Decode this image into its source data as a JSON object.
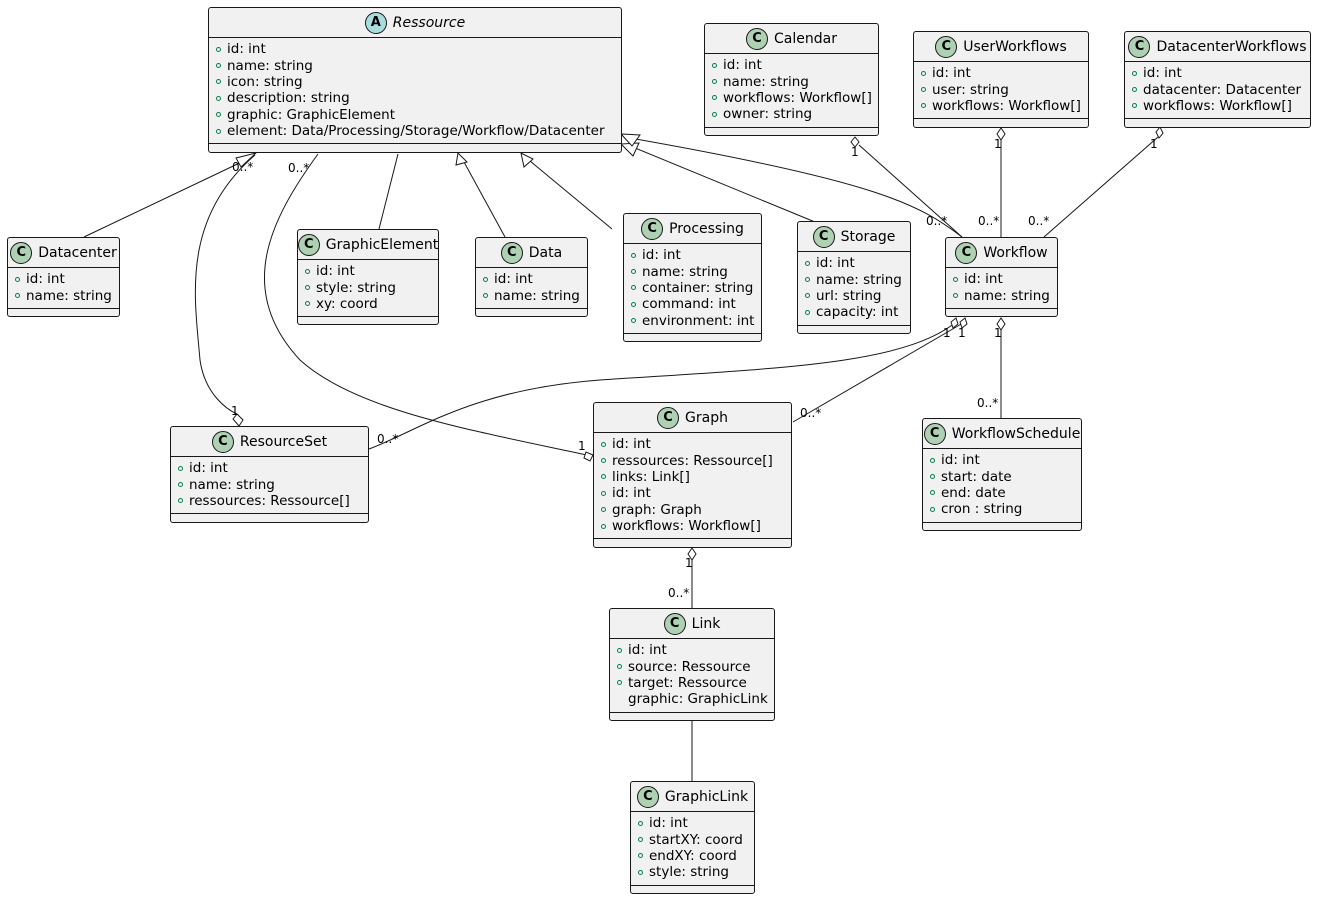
{
  "classes": {
    "ressource": {
      "name": "Ressource",
      "icon": "A",
      "abstract": true,
      "attributes": [
        "id: int",
        "name: string",
        "icon: string",
        "description: string",
        "graphic: GraphicElement",
        "element: Data/Processing/Storage/Workflow/Datacenter"
      ]
    },
    "calendar": {
      "name": "Calendar",
      "icon": "C",
      "attributes": [
        "id: int",
        "name: string",
        "workflows: Workflow[]",
        "owner: string"
      ]
    },
    "userworkflows": {
      "name": "UserWorkflows",
      "icon": "C",
      "attributes": [
        "id: int",
        "user: string",
        "workflows: Workflow[]"
      ]
    },
    "datacenterworkflows": {
      "name": "DatacenterWorkflows",
      "icon": "C",
      "attributes": [
        "id: int",
        "datacenter: Datacenter",
        "workflows: Workflow[]"
      ]
    },
    "datacenter": {
      "name": "Datacenter",
      "icon": "C",
      "attributes": [
        "id: int",
        "name: string"
      ]
    },
    "graphicelement": {
      "name": "GraphicElement",
      "icon": "C",
      "attributes": [
        "id: int",
        "style: string",
        "xy: coord"
      ]
    },
    "data": {
      "name": "Data",
      "icon": "C",
      "attributes": [
        "id: int",
        "name: string"
      ]
    },
    "processing": {
      "name": "Processing",
      "icon": "C",
      "attributes": [
        "id: int",
        "name: string",
        "container: string",
        "command: int",
        "environment: int"
      ]
    },
    "storage": {
      "name": "Storage",
      "icon": "C",
      "attributes": [
        "id: int",
        "name: string",
        "url: string",
        "capacity: int"
      ]
    },
    "workflow": {
      "name": "Workflow",
      "icon": "C",
      "attributes": [
        "id: int",
        "name: string"
      ]
    },
    "resourceset": {
      "name": "ResourceSet",
      "icon": "C",
      "attributes": [
        "id: int",
        "name: string",
        "ressources: Ressource[]"
      ]
    },
    "graph": {
      "name": "Graph",
      "icon": "C",
      "attributes": [
        "id: int",
        "ressources: Ressource[]",
        "links: Link[]",
        "id: int",
        "graph: Graph",
        "workflows: Workflow[]"
      ]
    },
    "workflowschedule": {
      "name": "WorkflowSchedule",
      "icon": "C",
      "attributes": [
        "id: int",
        "start: date",
        "end: date",
        "cron : string"
      ]
    },
    "link": {
      "name": "Link",
      "icon": "C",
      "attributes": [
        "id: int",
        "source: Ressource",
        "target: Ressource",
        "graphic: GraphicLink"
      ]
    },
    "graphiclink": {
      "name": "GraphicLink",
      "icon": "C",
      "attributes": [
        "id: int",
        "startXY: coord",
        "endXY: coord",
        "style: string"
      ]
    }
  },
  "multiplicities": {
    "datacenter_ressource": "0..*",
    "graph_ressource": "0..*",
    "workflow_ressource": "0..*",
    "calendar_src": "1",
    "userworkflows_src": "1",
    "userworkflows_dst": "0..*",
    "datacenterworkflows_src": "1",
    "datacenterworkflows_dst": "0..*",
    "resourceset_agg": "1",
    "graph_agg": "1",
    "workflow_resourceset": "1",
    "workflow_graph": "1",
    "resourceset_end": "0..*",
    "graph_end": "0..*",
    "workflow_schedule": "1",
    "schedule_end": "0..*",
    "graph_link": "1",
    "link_end": "0..*"
  }
}
